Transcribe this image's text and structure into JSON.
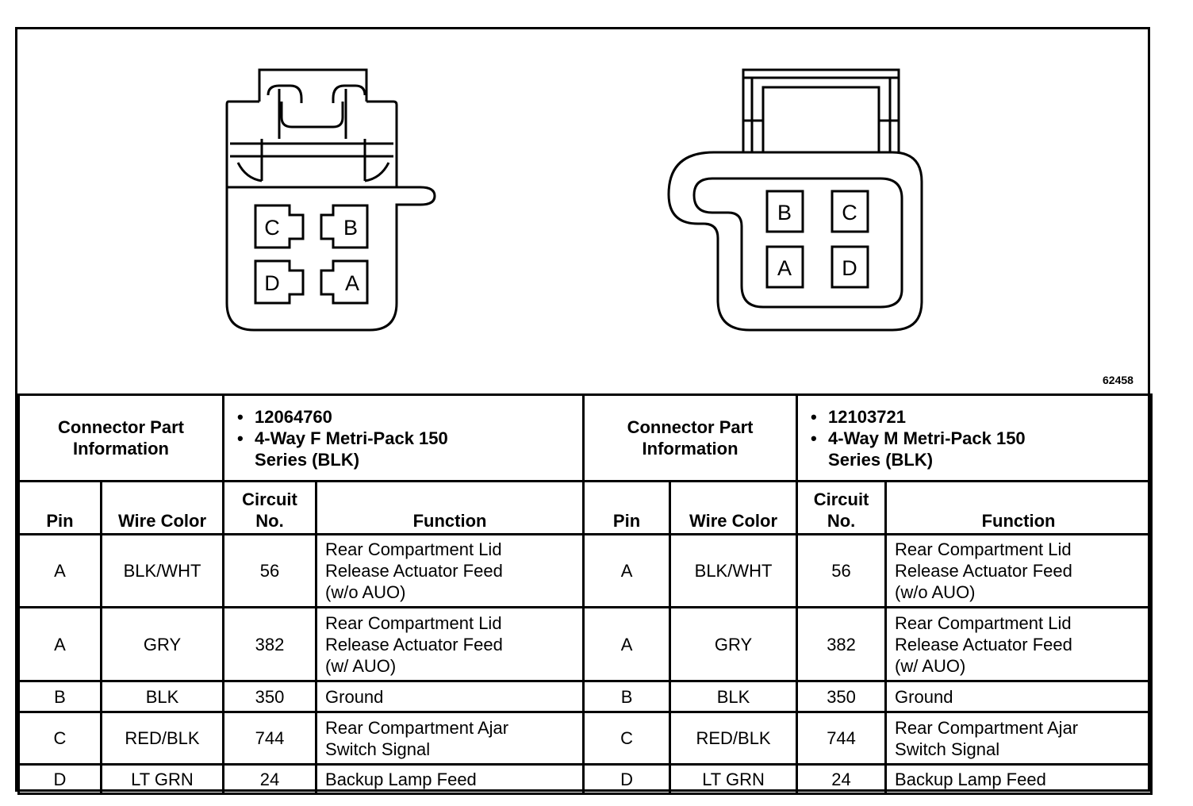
{
  "figure_id": "62458",
  "connector_left": {
    "cavities": [
      "C",
      "B",
      "D",
      "A"
    ]
  },
  "connector_right": {
    "cavities": [
      "B",
      "C",
      "A",
      "D"
    ]
  },
  "info": {
    "label_line1": "Connector Part",
    "label_line2": "Information",
    "left": {
      "part_number": "12064760",
      "line2": "4-Way F Metri-Pack 150",
      "line3": "Series (BLK)"
    },
    "right": {
      "part_number": "12103721",
      "line2": "4-Way M Metri-Pack 150",
      "line3": "Series (BLK)"
    }
  },
  "headers": {
    "pin": "Pin",
    "wire_color": "Wire Color",
    "circuit_line1": "Circuit",
    "circuit_line2": "No.",
    "function": "Function"
  },
  "rows": [
    {
      "pin": "A",
      "wire": "BLK/WHT",
      "circuit": "56",
      "func": [
        "Rear Compartment Lid",
        "Release Actuator Feed",
        "(w/o AUO)"
      ]
    },
    {
      "pin": "A",
      "wire": "GRY",
      "circuit": "382",
      "func": [
        "Rear Compartment Lid",
        "Release Actuator Feed",
        "(w/ AUO)"
      ]
    },
    {
      "pin": "B",
      "wire": "BLK",
      "circuit": "350",
      "func": [
        "Ground"
      ]
    },
    {
      "pin": "C",
      "wire": "RED/BLK",
      "circuit": "744",
      "func": [
        "Rear Compartment Ajar",
        "Switch Signal"
      ]
    },
    {
      "pin": "D",
      "wire": "LT GRN",
      "circuit": "24",
      "func": [
        "Backup Lamp Feed"
      ]
    }
  ]
}
